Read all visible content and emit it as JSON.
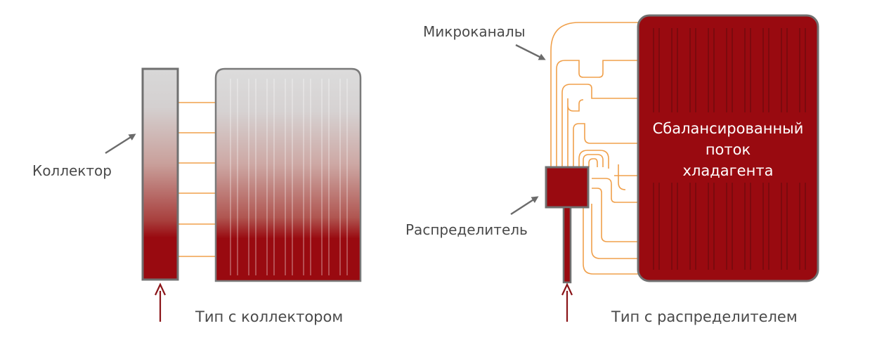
{
  "colors": {
    "dark_red": "#990a10",
    "light_gray": "#d6d6d6",
    "tube_orange": "#f0a04b",
    "outline_gray": "#707070",
    "label_gray": "#4a4a4a"
  },
  "left_diagram": {
    "collector_label": "Коллектор",
    "caption": "Тип с коллектором"
  },
  "right_diagram": {
    "microchannels_label": "Микроканалы",
    "distributor_label": "Распределитель",
    "caption": "Тип с распределителем",
    "center_text": {
      "line1": "Сбалансированный",
      "line2": "поток",
      "line3": "хладагента"
    }
  }
}
